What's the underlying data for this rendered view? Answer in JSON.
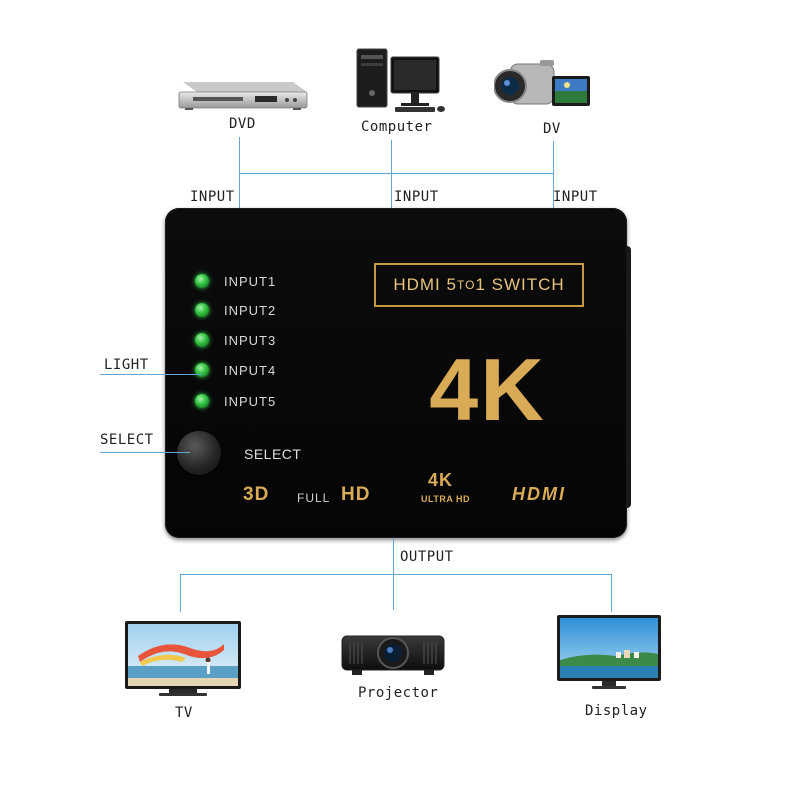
{
  "sources": [
    {
      "name": "DVD",
      "icon": "dvd-player-icon"
    },
    {
      "name": "Computer",
      "icon": "desktop-computer-icon"
    },
    {
      "name": "DV",
      "icon": "camcorder-icon"
    }
  ],
  "input_label": "INPUT",
  "output_label": "OUTPUT",
  "callouts": {
    "light": "LIGHT",
    "select": "SELECT"
  },
  "device": {
    "inputs": [
      "INPUT1",
      "INPUT2",
      "INPUT3",
      "INPUT4",
      "INPUT5"
    ],
    "title_prefix": "HDMI",
    "title_mid_a": "5",
    "title_mid_b": "TO",
    "title_mid_c": "1",
    "title_suffix": "SWITCH",
    "big_text": "4K",
    "select_label": "SELECT",
    "badges": {
      "three_d": "3D",
      "full": "FULL",
      "hd": "HD",
      "uhd_top": "4K",
      "uhd_bottom": "ULTRA HD",
      "hdmi": "HDMI"
    },
    "led_color": "#2fbf3f",
    "accent_color": "#d9ab57"
  },
  "outputs": [
    {
      "name": "TV",
      "icon": "tv-icon"
    },
    {
      "name": "Projector",
      "icon": "projector-icon"
    },
    {
      "name": "Display",
      "icon": "monitor-icon"
    }
  ],
  "line_color": "#62a8d6"
}
